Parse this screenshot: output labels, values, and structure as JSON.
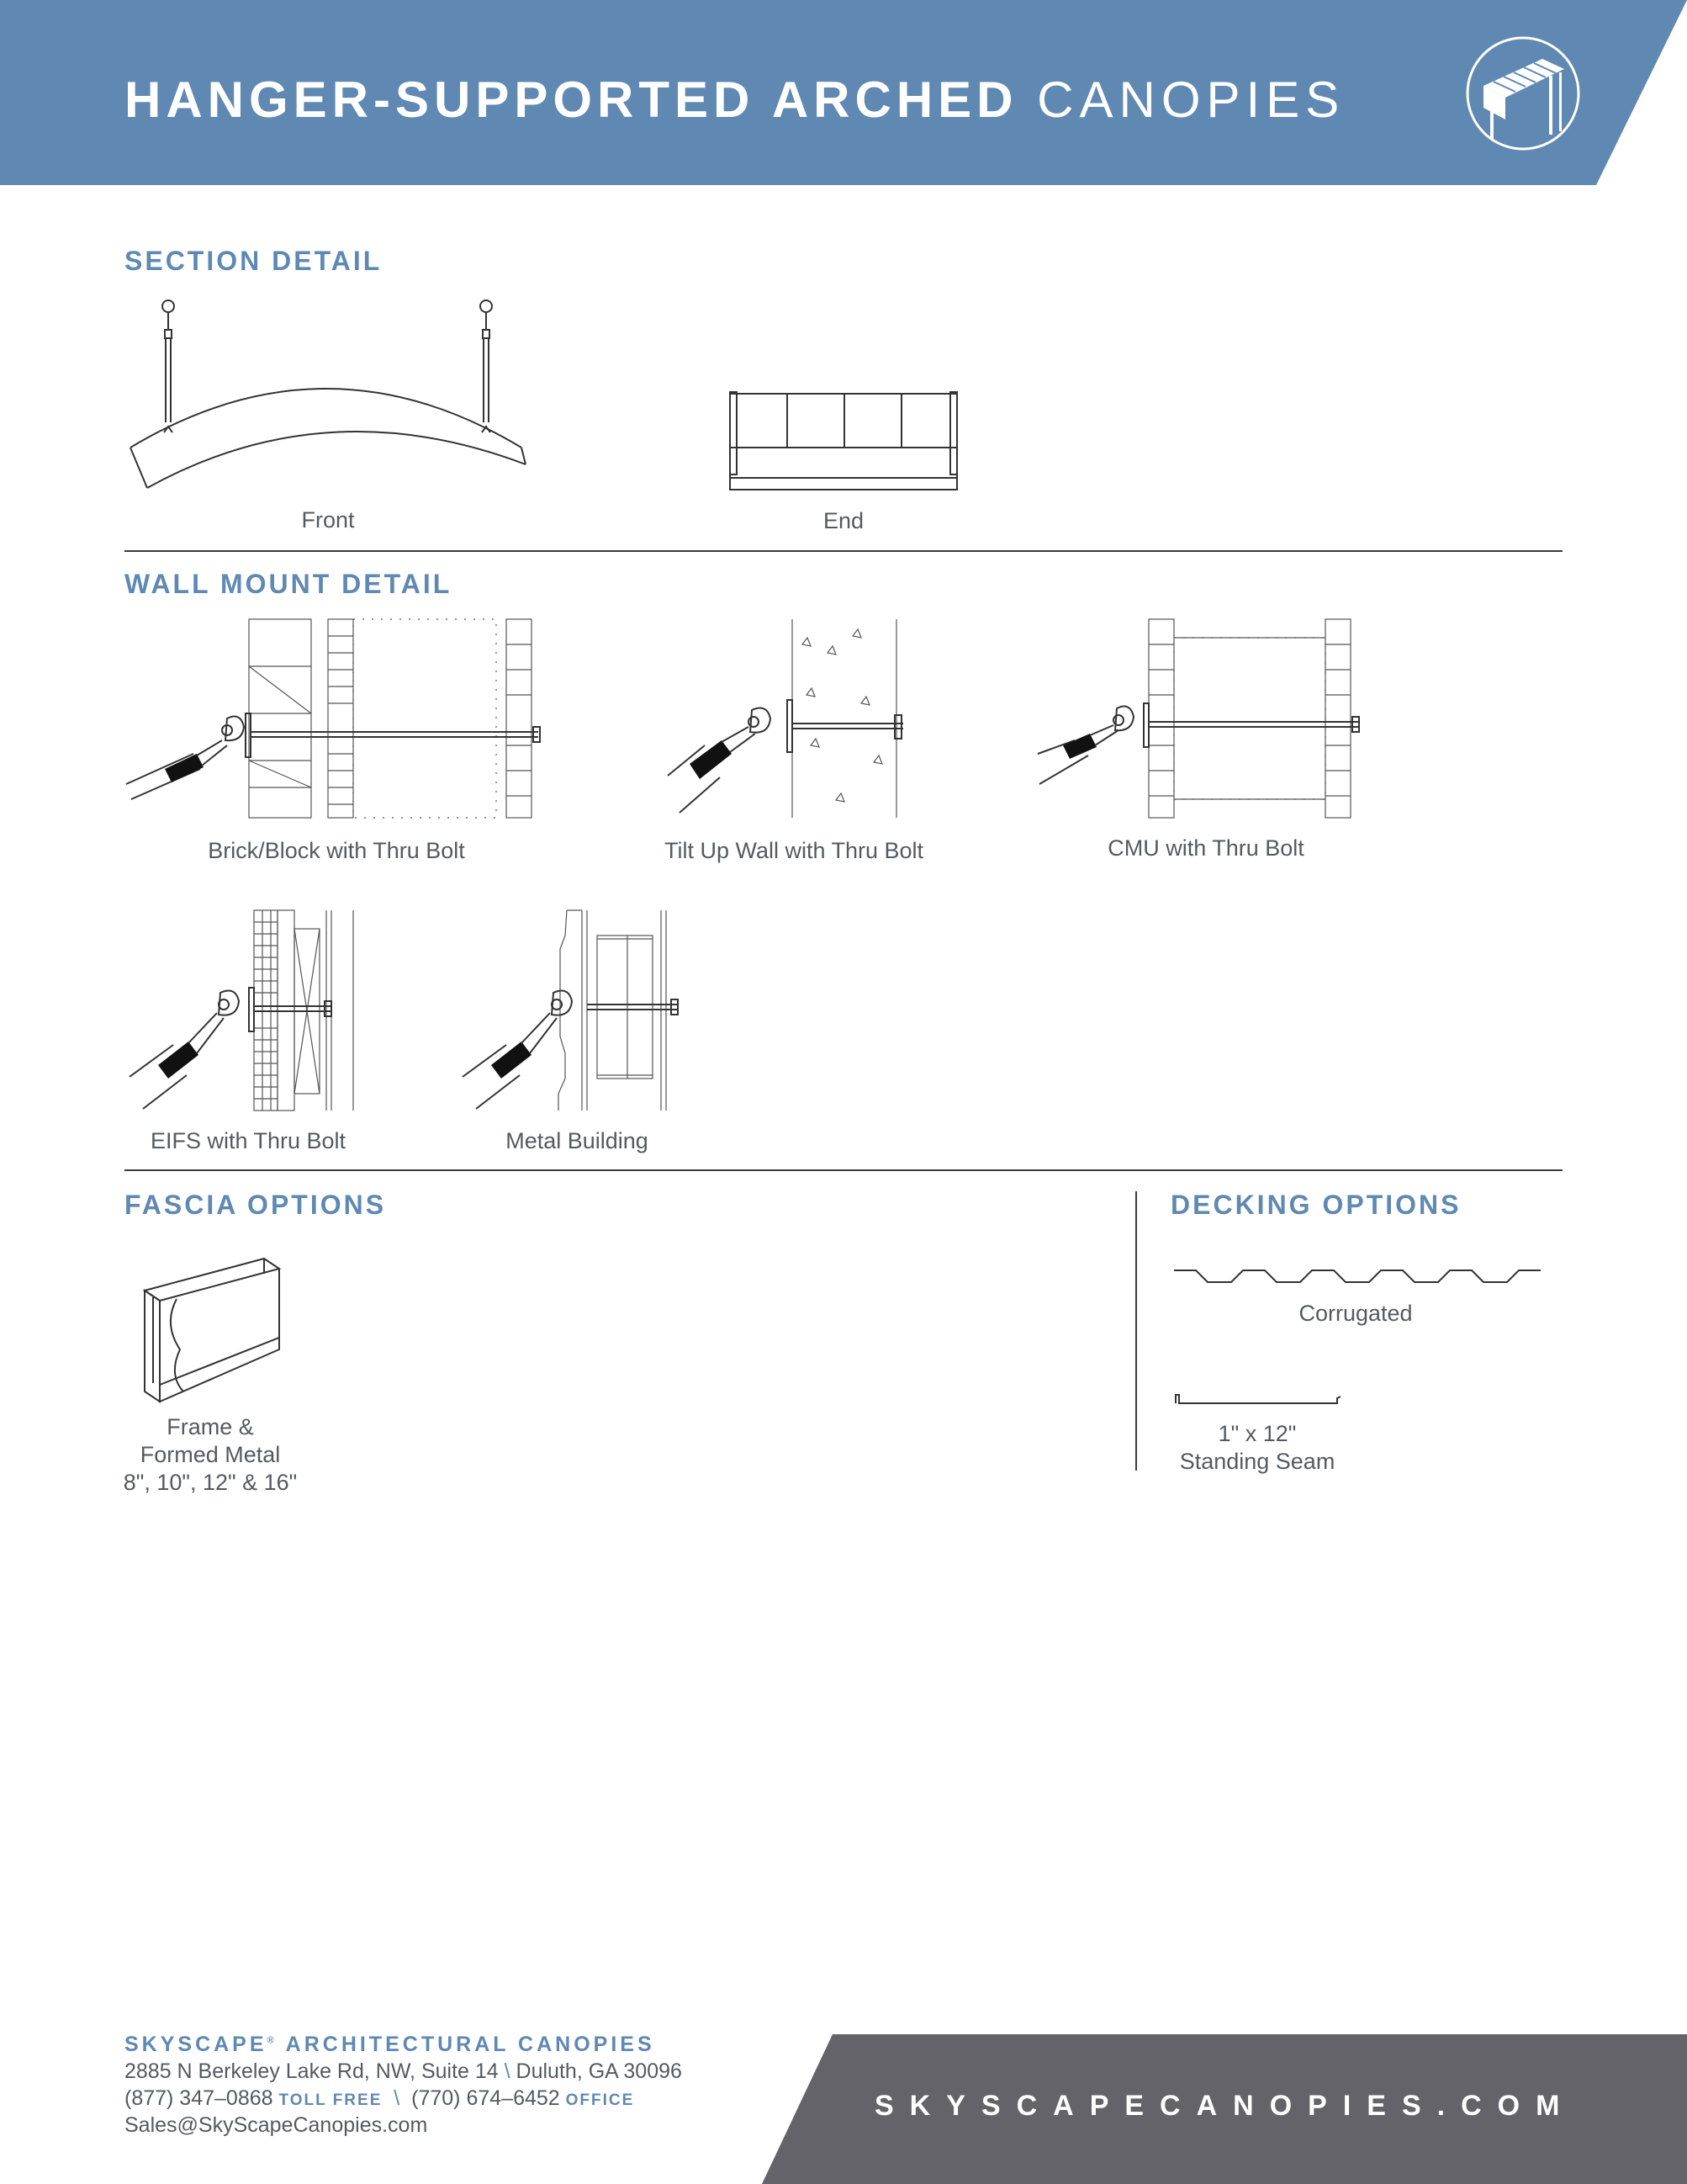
{
  "header": {
    "title_bold": "HANGER-SUPPORTED ARCHED",
    "title_light": "CANOPIES",
    "logo_icon": "canopy-logo-icon",
    "color": "#5f88b3"
  },
  "section_detail": {
    "heading": "SECTION DETAIL",
    "front_label": "Front",
    "end_label": "End"
  },
  "wall_mount": {
    "heading": "WALL MOUNT DETAIL",
    "items": [
      {
        "label": "Brick/Block with Thru Bolt"
      },
      {
        "label": "Tilt Up Wall with Thru Bolt"
      },
      {
        "label": "CMU with Thru Bolt"
      },
      {
        "label": "EIFS with Thru Bolt"
      },
      {
        "label": "Metal Building"
      }
    ]
  },
  "fascia": {
    "heading": "FASCIA OPTIONS",
    "item_lines": [
      "Frame &",
      "Formed Metal",
      "8\", 10\", 12\" & 16\""
    ]
  },
  "decking": {
    "heading": "DECKING OPTIONS",
    "corrugated_label": "Corrugated",
    "standing_seam_lines": [
      "1\" x 12\"",
      "Standing Seam"
    ]
  },
  "footer": {
    "company_name": "SKYSCAPE",
    "company_mark": "®",
    "company_rest": " ARCHITECTURAL CANOPIES",
    "address_street": "2885 N Berkeley Lake Rd, NW, Suite 14",
    "address_sep": "\\",
    "address_city": "Duluth, GA  30096",
    "phone_toll": "(877) 347–0868",
    "toll_label": "TOLL FREE",
    "phone_sep": "\\",
    "phone_office": "(770) 674–6452",
    "office_label": "OFFICE",
    "email": "Sales@SkyScapeCanopies.com",
    "website": "SKYSCAPECANOPIES.COM",
    "bar_color": "#636369"
  }
}
